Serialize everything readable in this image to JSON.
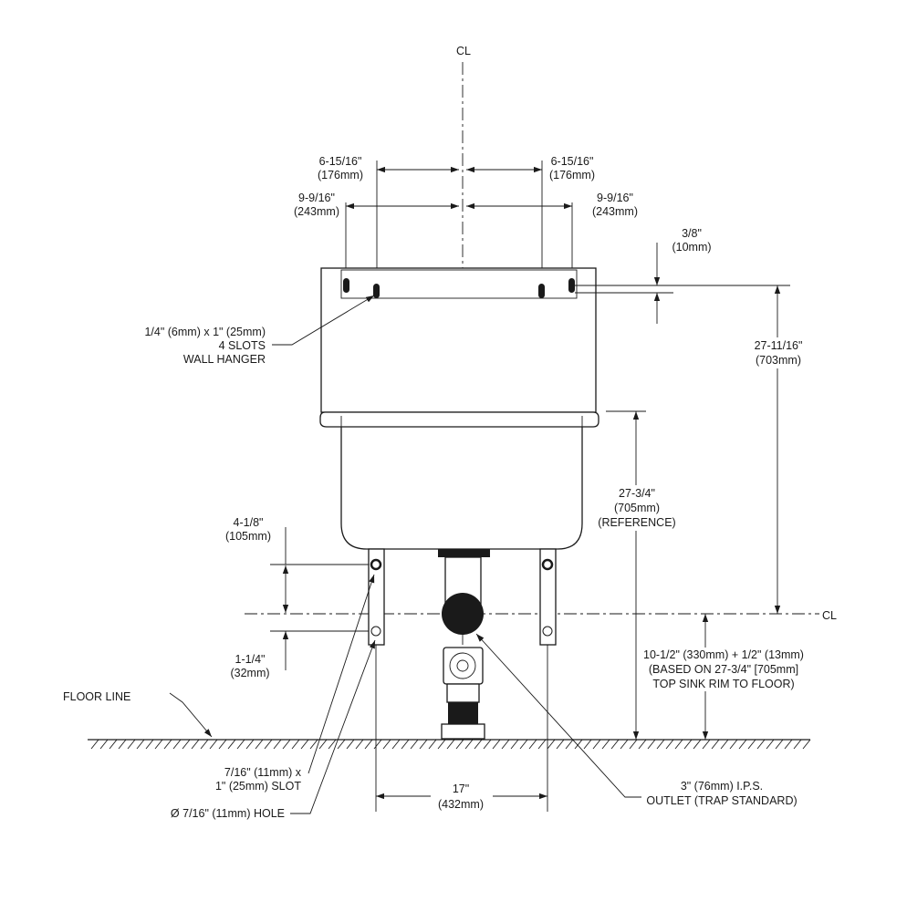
{
  "centerline_symbol": "CL",
  "dims": {
    "hanger_offset_left": {
      "line1": "6-15/16\"",
      "line2": "(176mm)"
    },
    "hanger_offset_right": {
      "line1": "6-15/16\"",
      "line2": "(176mm)"
    },
    "outer_offset_left": {
      "line1": "9-9/16\"",
      "line2": "(243mm)"
    },
    "outer_offset_right": {
      "line1": "9-9/16\"",
      "line2": "(243mm)"
    },
    "slot_drop": {
      "line1": "3/8\"",
      "line2": "(10mm)"
    },
    "hanger_height": {
      "line1": "27-11/16\"",
      "line2": "(703mm)"
    },
    "rim_height": {
      "line1": "27-3/4\"",
      "line2": "(705mm)",
      "line3": "(REFERENCE)"
    },
    "slot_to_cl": {
      "line1": "4-1/8\"",
      "line2": "(105mm)"
    },
    "hole_below_cl": {
      "line1": "1-1/4\"",
      "line2": "(32mm)"
    },
    "outlet_height": {
      "line1": "10-1/2\" (330mm) + 1/2\" (13mm)",
      "line2": "(BASED ON 27-3/4\" [705mm]",
      "line3": "TOP SINK RIM TO FLOOR)"
    },
    "leg_spacing": {
      "line1": "17\"",
      "line2": "(432mm)"
    }
  },
  "callouts": {
    "wall_hanger": {
      "line1": "1/4\" (6mm) x 1\" (25mm)",
      "line2": "4 SLOTS",
      "line3": "WALL HANGER"
    },
    "floor_line": "FLOOR LINE",
    "leg_slot": {
      "line1": "7/16\" (11mm) x",
      "line2": "1\" (25mm) SLOT"
    },
    "leg_hole": "Ø 7/16\" (11mm) HOLE",
    "outlet": {
      "line1": "3\" (76mm) I.P.S.",
      "line2": "OUTLET (TRAP STANDARD)"
    }
  }
}
